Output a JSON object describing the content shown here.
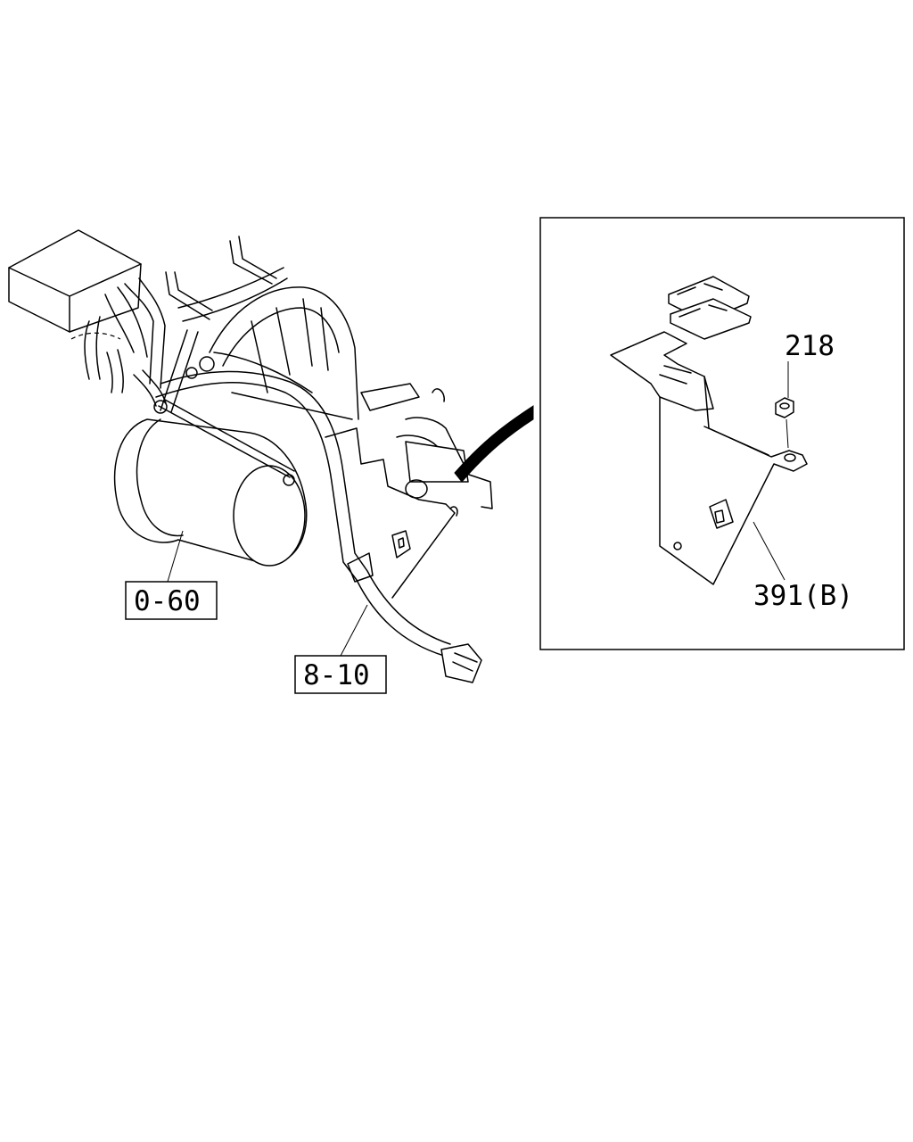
{
  "callouts": {
    "starter_ref": "0-60",
    "harness_ref": "8-10",
    "nut_part": "218",
    "bracket_part": "391(B)"
  }
}
